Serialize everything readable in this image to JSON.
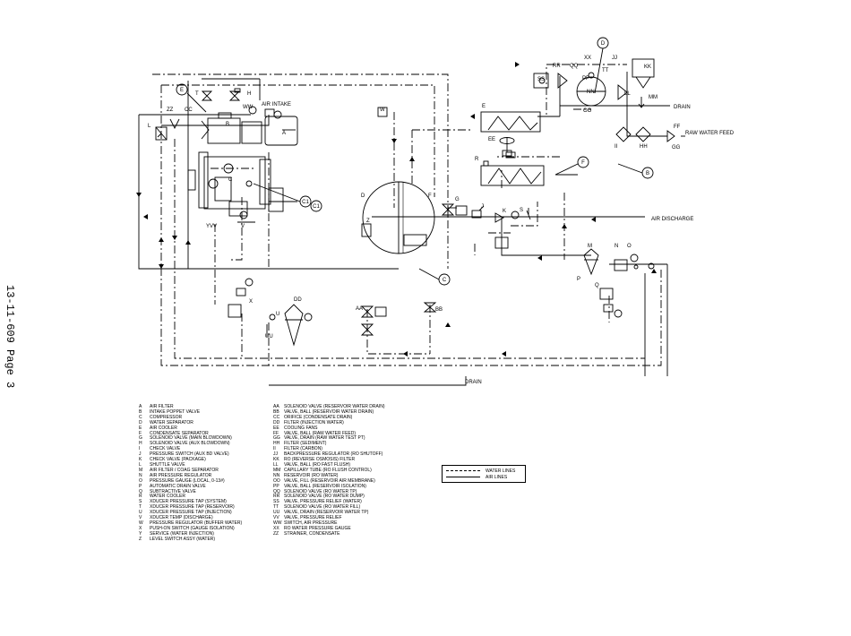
{
  "page": {
    "label": "13-11-609   Page 3"
  },
  "schematic": {
    "callouts": {
      "D_circle": "D",
      "E_circle": "E",
      "F_circle": "F",
      "B_circle": "B",
      "C_circle": "C",
      "C1": "C1",
      "C2": "C1"
    },
    "annotations": {
      "air_discharge": "AIR DISCHARGE",
      "drain_top": "DRAIN",
      "raw_water_feed": "RAW WATER FEED",
      "drain_bottom": "DRAIN",
      "air_intake": "AIR INTAKE"
    },
    "tags": [
      "A",
      "B",
      "C",
      "D",
      "E",
      "F",
      "G",
      "H",
      "J",
      "K",
      "L",
      "M",
      "N",
      "O",
      "P",
      "Q",
      "R",
      "S",
      "T",
      "U",
      "V",
      "W",
      "X",
      "Y",
      "Z",
      "AA",
      "BB",
      "CC",
      "DD",
      "EE",
      "FF",
      "GG",
      "HH",
      "II",
      "JJ",
      "KK",
      "LL",
      "MM",
      "NN",
      "OO",
      "PP",
      "QQ",
      "RR",
      "SS",
      "TT",
      "UU",
      "VV",
      "WW",
      "XX",
      "ZZ"
    ]
  },
  "legend": {
    "left": [
      {
        "k": "A",
        "v": "AIR FILTER"
      },
      {
        "k": "B",
        "v": "INTAKE POPPET VALVE"
      },
      {
        "k": "C",
        "v": "COMPRESSOR"
      },
      {
        "k": "D",
        "v": "WATER SEPARATOR"
      },
      {
        "k": "E",
        "v": "AIR COOLER"
      },
      {
        "k": "F",
        "v": "CONDENSATE SEPARATOR"
      },
      {
        "k": "G",
        "v": "SOLENOID VALVE (MAIN BLOWDOWN)"
      },
      {
        "k": "H",
        "v": "SOLENOID VALVE (AUX BLOWDOWN)"
      },
      {
        "k": "I",
        "v": "CHECK VALVE"
      },
      {
        "k": "J",
        "v": "PRESSURE SWITCH (AUX BD VALVE)"
      },
      {
        "k": "K",
        "v": "CHECK VALVE (PACKAGE)"
      },
      {
        "k": "L",
        "v": "SHUTTLE VALVE"
      },
      {
        "k": "M",
        "v": "AIR FILTER / COAG SEPARATOR"
      },
      {
        "k": "N",
        "v": "AIR PRESSURE REGULATOR"
      },
      {
        "k": "O",
        "v": "PRESSURE GAUGE (LOCAL, 0-13#)"
      },
      {
        "k": "P",
        "v": "AUTOMATIC DRAIN VALVE"
      },
      {
        "k": "Q",
        "v": "SUBTRACTIVE VALVE"
      },
      {
        "k": "R",
        "v": "WATER COOLER"
      },
      {
        "k": "S",
        "v": "XDUCER PRESSURE TAP (SYSTEM)"
      },
      {
        "k": "T",
        "v": "XDUCER PRESSURE TAP (RESERVOIR)"
      },
      {
        "k": "U",
        "v": "XDUCER PRESSURE TAP (INJECTION)"
      },
      {
        "k": "V",
        "v": "XDUCER TEMP (DISCHARGE)"
      },
      {
        "k": "W",
        "v": "PRESSURE REGULATOR (BUFFER WATER)"
      },
      {
        "k": "X",
        "v": "PUSH-ON SWITCH (GAUGE ISOLATION)"
      },
      {
        "k": "Y",
        "v": "SERVICE (WATER INJECTION)"
      },
      {
        "k": "Z",
        "v": "LEVEL SWITCH ASSY (WATER)"
      }
    ],
    "right": [
      {
        "k": "AA",
        "v": "SOLENOID VALVE (RESERVOIR WATER DRAIN)"
      },
      {
        "k": "BB",
        "v": "VALVE, BALL (RESERVOIR WATER DRAIN)"
      },
      {
        "k": "CC",
        "v": "ORIFICE (CONDENSATE DRAIN)"
      },
      {
        "k": "DD",
        "v": "FILTER (INJECTION WATER)"
      },
      {
        "k": "EE",
        "v": "COOLING FANS"
      },
      {
        "k": "FF",
        "v": "VALVE, BALL (RAW WATER FEED)"
      },
      {
        "k": "GG",
        "v": "VALVE, DRAIN (RAW WATER TEST PT)"
      },
      {
        "k": "HH",
        "v": "FILTER (SEDIMENT)"
      },
      {
        "k": "II",
        "v": "FILTER (CARBON)"
      },
      {
        "k": "JJ",
        "v": "BACKPRESSURE REGULATOR (RO SHUTOFF)"
      },
      {
        "k": "KK",
        "v": "RO (REVERSE OSMOSIS) FILTER"
      },
      {
        "k": "LL",
        "v": "VALVE, BALL (RO FAST FLUSH)"
      },
      {
        "k": "MM",
        "v": "CAPILLARY TUBE (RO FLUSH CONTROL)"
      },
      {
        "k": "NN",
        "v": "RESERVOIR (RO WATER)"
      },
      {
        "k": "OO",
        "v": "VALVE, FILL (RESERVOIR AIR MEMBRANE)"
      },
      {
        "k": "PP",
        "v": "VALVE, BALL (RESERVOIR ISOLATION)"
      },
      {
        "k": "QQ",
        "v": "SOLENOID VALVE (RO WATER TP)"
      },
      {
        "k": "RR",
        "v": "SOLENOID VALVE (RO WATER DUMP)"
      },
      {
        "k": "SS",
        "v": "VALVE, PRESSURE RELIEF (WATER)"
      },
      {
        "k": "TT",
        "v": "SOLENOID VALVE (RO WATER FILL)"
      },
      {
        "k": "UU",
        "v": "VALVE, DRAIN (RESERVOIR WATER TP)"
      },
      {
        "k": "VV",
        "v": "VALVE, PRESSURE RELIEF"
      },
      {
        "k": "WW",
        "v": "SWITCH, AIR PRESSURE"
      },
      {
        "k": "XX",
        "v": "RO WATER PRESSURE GAUGE"
      },
      {
        "k": "ZZ",
        "v": "STRAINER, CONDENSATE"
      }
    ]
  },
  "line_key": {
    "water": "WATER LINES",
    "air": "AIR LINES"
  }
}
